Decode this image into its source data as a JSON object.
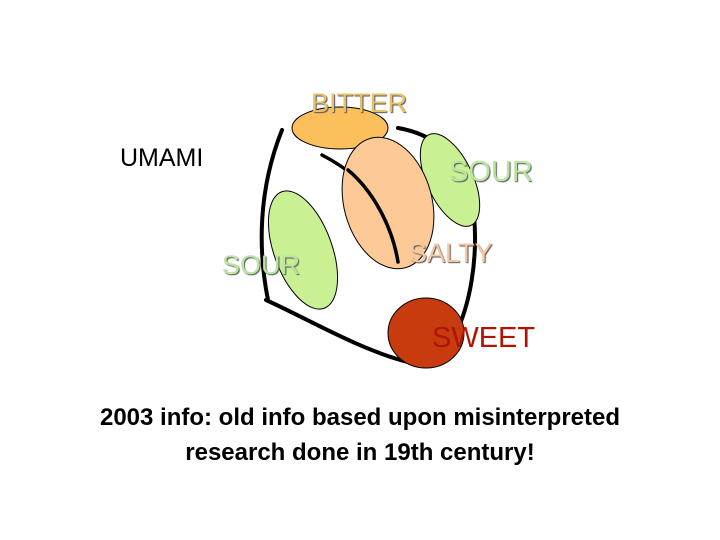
{
  "labels": {
    "umami": "UMAMI",
    "bitter": "BITTER",
    "sour_right": "SOUR",
    "sour_left": "SOUR",
    "salty": "SALTY",
    "sweet": "SWEET"
  },
  "caption": {
    "line1": "2003 info:  old info based upon misinterpreted",
    "line2": "research done in 19th century!"
  },
  "colors": {
    "bitter_region": "#fbbf5c",
    "sour_region": "#c9f093",
    "salty_region": "#fcc997",
    "sweet_region": "#c83b0f",
    "bitter_text": "#e7c16a",
    "sour_text": "#b8e6a0",
    "salty_text": "#f7c7a0",
    "sweet_text": "#b01400",
    "outline": "#000000"
  }
}
